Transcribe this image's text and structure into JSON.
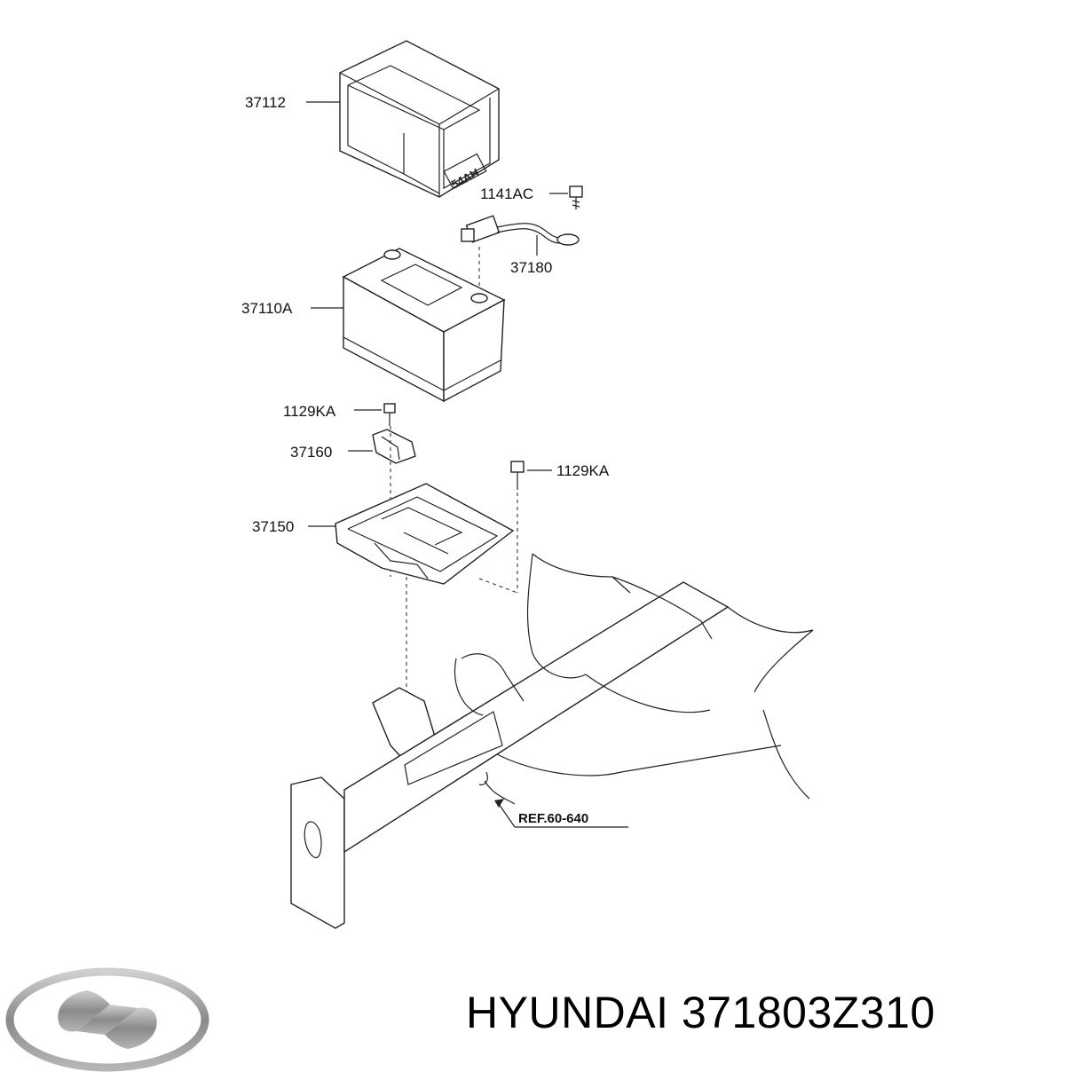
{
  "diagram": {
    "labels": {
      "p37112": "37112",
      "p1141ac": "1141AC",
      "p37180": "37180",
      "p37110a": "37110A",
      "p1129ka_a": "1129KA",
      "p37160": "37160",
      "p1129ka_b": "1129KA",
      "p37150": "37150",
      "ref": "REF.60-640",
      "tray_mark": "54AH"
    }
  },
  "footer": {
    "brand": "HYUNDAI",
    "part_number": "371803Z310"
  },
  "logo": {
    "icon": "hyundai-logo-icon",
    "color": "#8a8a8a"
  }
}
